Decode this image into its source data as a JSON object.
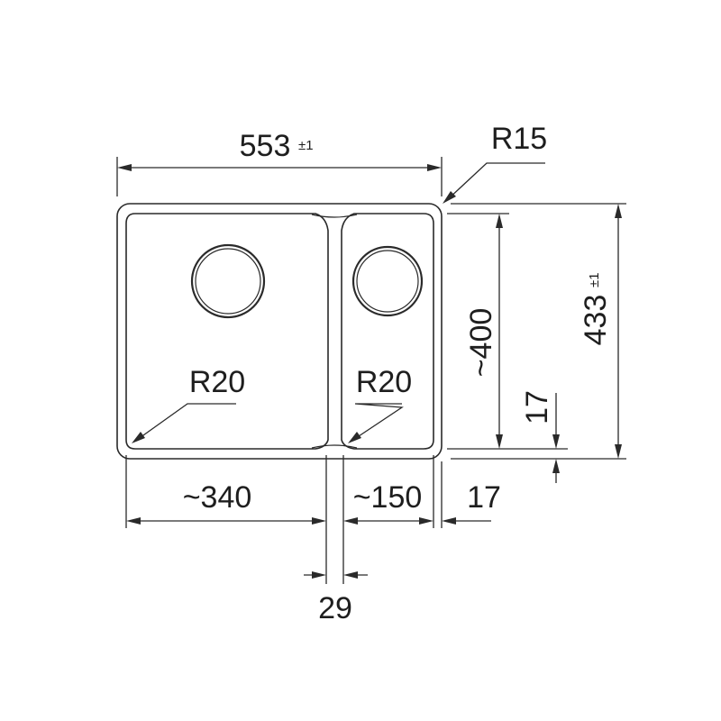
{
  "dimensions": {
    "overall_width": "553",
    "overall_width_tol": "±1",
    "overall_height": "433",
    "overall_height_tol": "±1",
    "corner_radius_outer": "R15",
    "large_bowl_radius": "R20",
    "small_bowl_radius": "R20",
    "inner_height": "~400",
    "bottom_rim": "17",
    "right_rim": "17",
    "large_bowl_width": "~340",
    "small_bowl_width": "~150",
    "divider_width": "29"
  }
}
